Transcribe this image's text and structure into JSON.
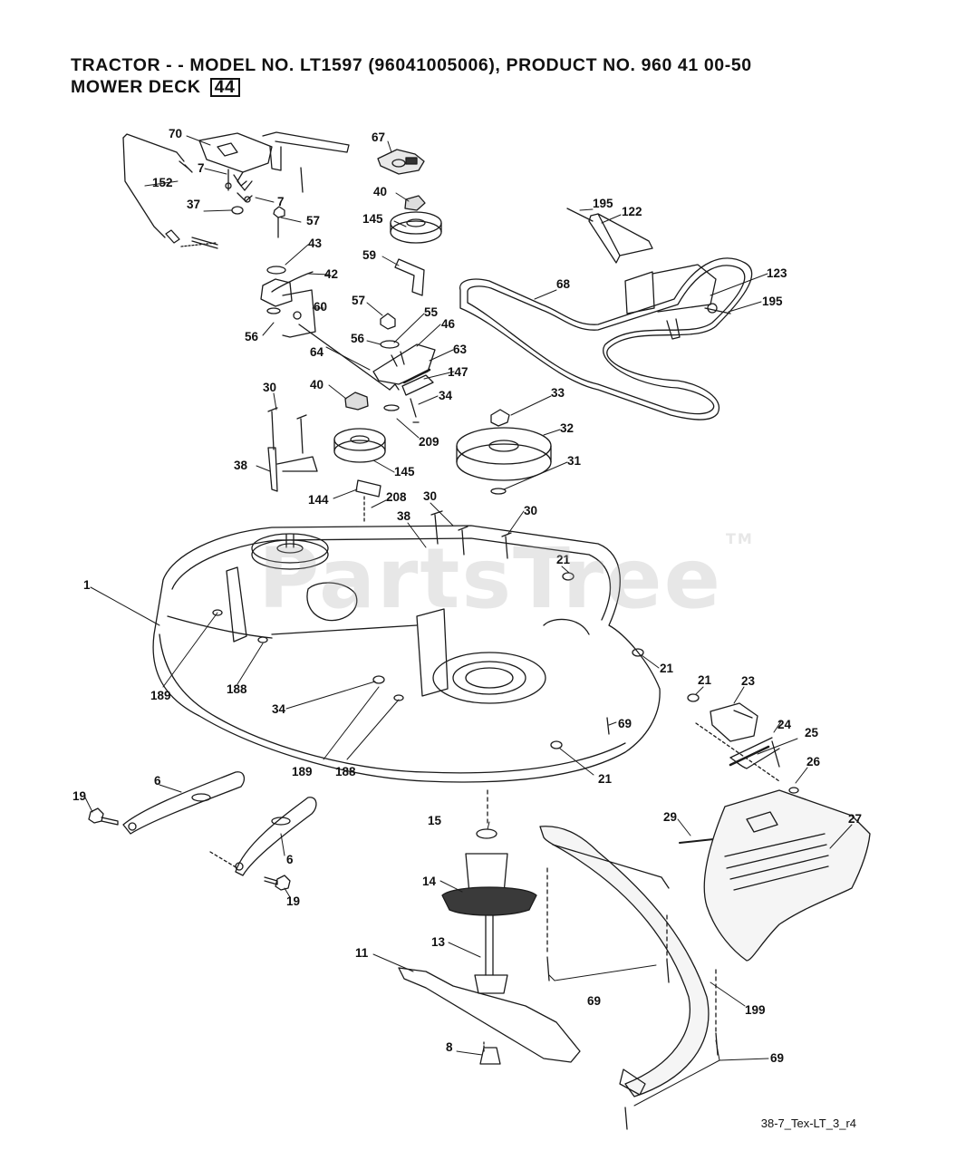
{
  "header": {
    "line1": "TRACTOR - - MODEL NO. LT1597   (96041005006), PRODUCT NO. 960 41 00-50",
    "line2_prefix": "MOWER DECK",
    "line2_box": "44"
  },
  "watermark": {
    "text": "PartsTree",
    "tm": "TM"
  },
  "reference_code": "38-7_Tex-LT_3_r4",
  "callouts": {
    "c70": "70",
    "c67": "67",
    "c7a": "7",
    "c7b": "7",
    "c152": "152",
    "c37": "37",
    "c40a": "40",
    "c145a": "145",
    "c195a": "195",
    "c122": "122",
    "c57a": "57",
    "c43": "43",
    "c59": "59",
    "c42": "42",
    "c68": "68",
    "c123": "123",
    "c195b": "195",
    "c60": "60",
    "c57b": "57",
    "c55": "55",
    "c46": "46",
    "c56a": "56",
    "c56b": "56",
    "c64": "64",
    "c63": "63",
    "c147": "147",
    "c30a": "30",
    "c40b": "40",
    "c34a": "34",
    "c33": "33",
    "c32": "32",
    "c209": "209",
    "c38a": "38",
    "c145b": "145",
    "c31": "31",
    "c144": "144",
    "c208": "208",
    "c30b": "30",
    "c38b": "38",
    "c30c": "30",
    "c21a": "21",
    "c1": "1",
    "c21b": "21",
    "c21c": "21",
    "c23": "23",
    "c189a": "189",
    "c188a": "188",
    "c34b": "34",
    "c69a": "69",
    "c24": "24",
    "c25": "25",
    "c189b": "189",
    "c188b": "188",
    "c21d": "21",
    "c26": "26",
    "c6a": "6",
    "c19a": "19",
    "c15": "15",
    "c29": "29",
    "c27": "27",
    "c6b": "6",
    "c14": "14",
    "c19b": "19",
    "c11": "11",
    "c13": "13",
    "c69b": "69",
    "c199": "199",
    "c8": "8",
    "c69c": "69"
  }
}
